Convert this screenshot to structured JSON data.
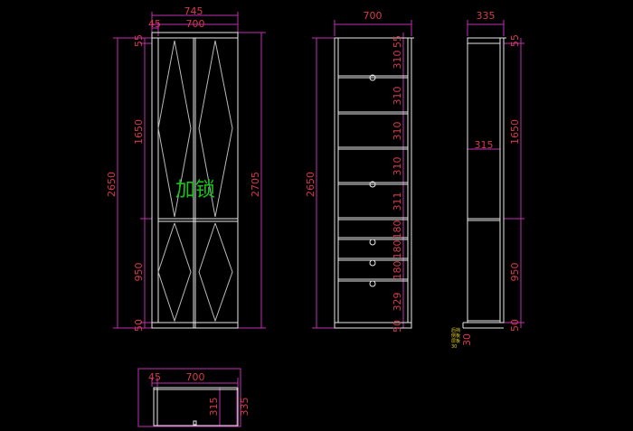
{
  "colors": {
    "background": "#000000",
    "dimension_text": "#d63a4a",
    "dimension_line": "#c22fb3",
    "outline": "#e8e8e8",
    "diagonal": "#b9b9b9",
    "highlight_text": "#18c21c",
    "legend_text": "#e6d21b"
  },
  "front_view": {
    "top_widths": [
      "745",
      "45",
      "700"
    ],
    "left_heights": [
      "2650"
    ],
    "inner_heights": [
      "55",
      "1650",
      "950",
      "50"
    ],
    "right_height": "2705",
    "lock_label": "加锁"
  },
  "interior_view": {
    "width": "700",
    "left_height": "2650",
    "shelf_heights": [
      "55",
      "310",
      "310",
      "310",
      "310",
      "311",
      "180",
      "180",
      "180",
      "329",
      "50"
    ]
  },
  "side_view": {
    "width": "335",
    "shelf_depth": "315",
    "heights": [
      "55",
      "1650",
      "950",
      "50"
    ],
    "bottom_note": "30",
    "legend": [
      "后挡",
      "侧板",
      "层板",
      "30"
    ]
  },
  "plan_view": {
    "widths": [
      "45",
      "700"
    ],
    "depths": [
      "315",
      "335"
    ]
  }
}
